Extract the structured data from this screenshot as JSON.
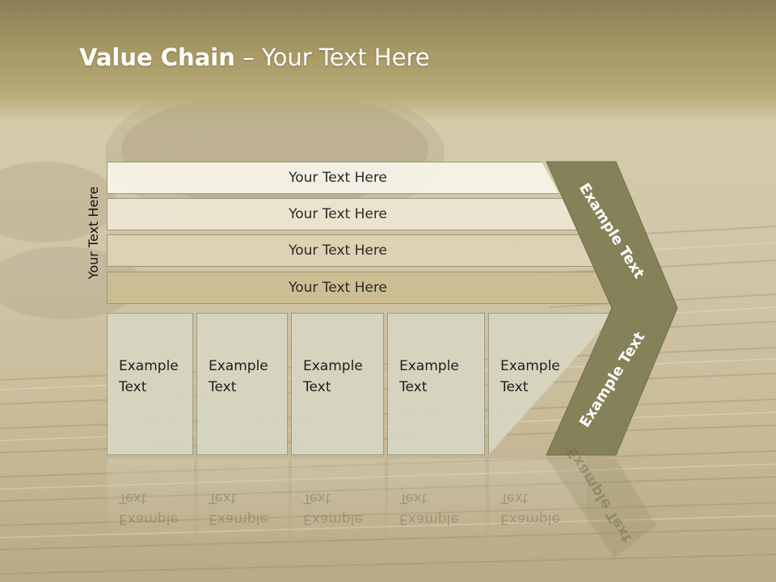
{
  "slide": {
    "title_bold": "Value Chain",
    "title_rest": " – Your Text Here",
    "side_label": "Your Text Here",
    "rows": [
      {
        "label": "Your Text Here"
      },
      {
        "label": "Your Text Here"
      },
      {
        "label": "Your Text Here"
      },
      {
        "label": "Your Text Here"
      }
    ],
    "columns": [
      {
        "line1": "Example",
        "line2": "Text"
      },
      {
        "line1": "Example",
        "line2": "Text"
      },
      {
        "line1": "Example",
        "line2": "Text"
      },
      {
        "line1": "Example",
        "line2": "Text"
      },
      {
        "line1": "Example",
        "line2": "Text"
      }
    ],
    "chevron": {
      "top_label": "Example Text",
      "bottom_label": "Example Text",
      "color": "#858259"
    }
  }
}
